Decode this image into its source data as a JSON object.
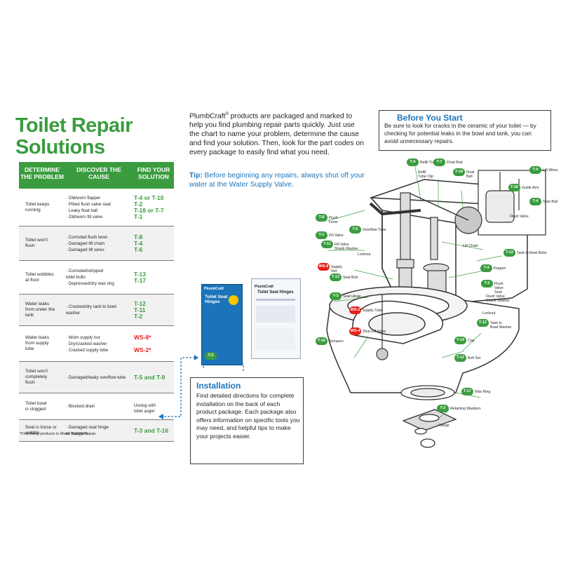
{
  "title": {
    "line1": "Toilet Repair",
    "line2": "Solutions"
  },
  "table": {
    "headers": {
      "problem": "DETERMINE\nTHE PROBLEM",
      "cause": "DISCOVER THE\nCAUSE",
      "solution": "FIND YOUR\nSOLUTION"
    },
    "rows": [
      {
        "problem": "Toilet keeps\nrunning",
        "causes": [
          "Old/worn flapper",
          "Pitted flush valve seat",
          "Leaky float ball",
          "Old/worn fill valve"
        ],
        "solutions": [
          "T-4 or T-10",
          "T-2",
          "T-18 or T-7",
          "T-1"
        ]
      },
      {
        "problem": "Toilet won't\nflush",
        "causes": [
          "Corroded flush lever",
          "Damaged lift chain",
          "Damaged lift wires"
        ],
        "solutions": [
          "T-8",
          "T-4",
          "T-6"
        ]
      },
      {
        "problem": "Toilet wobbles\nat floor",
        "causes": [
          "Corroded/stripped\ntoilet bolts",
          "Depressed/dry wax ring"
        ],
        "solutions": [
          "T-13",
          "T-17"
        ]
      },
      {
        "problem": "Water leaks\nfrom under the\ntank",
        "causes": [
          "Cracked/dry tank to bowl\nwasher"
        ],
        "solutions": [
          "T-12",
          "T-11",
          "T-2"
        ]
      },
      {
        "problem": "Water leaks\nfrom supply\ntube",
        "causes": [
          "Worn supply nut",
          "Dry/cracked washer",
          "Cracked supply tube"
        ],
        "solutions": [
          "WS-8*",
          "",
          "WS-2*"
        ]
      },
      {
        "problem": "Toilet won't\ncompletely\nflush",
        "causes": [
          "Damaged/leaky overflow tube"
        ],
        "solutions": [
          "T-5 and T-9"
        ]
      },
      {
        "problem": "Toilet bowl\nis clogged",
        "causes": [
          "Blocked drain"
        ],
        "solutions": [
          "Unclog with\ntoilet auger"
        ]
      },
      {
        "problem": "Seat is loose or\nwobbly",
        "causes": [
          "Damaged seat hinge\nor bumpers"
        ],
        "solutions": [
          "T-3 and T-16"
        ]
      }
    ],
    "footnote": "*Find these products in Water Supply Repair."
  },
  "intro": {
    "brand": "PlumbCraft",
    "mark": "®",
    "text": " products are packaged and marked to help you find plumbing repair parts quickly. Just use the chart to name your problem, determine the cause and find your solution. Then, look for the part codes on every package to easily find what you need."
  },
  "tip": {
    "label": "Tip:",
    "text": " Before beginning any repairs, always shut off your water at the Water Supply Valve."
  },
  "before_you_start": {
    "title": "Before You Start",
    "text": "Be sure to look for cracks in the ceramic of your toilet — by checking for potential leaks in the bowl and tank, you can avoid unnecessary repairs."
  },
  "installation": {
    "title": "Installation",
    "text": "Find detailed directions for complete installation on the back of each product package. Each package also offers information on specific tools you may need, and helpful tips to make your projects easier."
  },
  "package": {
    "brand": "PlumbCraft",
    "front_title": "Toilet Seat Hinges",
    "back_title": "Toilet Seat Hinges",
    "code": "T-3"
  },
  "diagram": {
    "parts": [
      {
        "code": "T-4",
        "label": "Refill Tube"
      },
      {
        "code": "",
        "label": "Refill\nTube Clip"
      },
      {
        "code": "T-7",
        "label": "Float Rod"
      },
      {
        "code": "T-18",
        "label": "Float\nBall"
      },
      {
        "code": "T-4",
        "label": "Lift Wires"
      },
      {
        "code": "T-16",
        "label": "Guide Arm"
      },
      {
        "code": "T-4",
        "label": "Tank Ball"
      },
      {
        "code": "",
        "label": "Flush Valve"
      },
      {
        "code": "T-8",
        "label": "Flush\nLever"
      },
      {
        "code": "T-1",
        "label": "Fill Valve"
      },
      {
        "code": "T-5",
        "label": "Overflow Tube"
      },
      {
        "code": "",
        "label": "Lift Chain"
      },
      {
        "code": "T-11",
        "label": "Fill Valve\nShank Washer"
      },
      {
        "code": "",
        "label": "Locknut"
      },
      {
        "code": "T-12",
        "label": "Tank to Bowl Bolts"
      },
      {
        "code": "WS-8",
        "label": "Supply\nNut"
      },
      {
        "code": "T-13",
        "label": "Seat Bolt"
      },
      {
        "code": "T-4",
        "label": "Flapper"
      },
      {
        "code": "T-2",
        "label": "Flush\nValve\nSeat"
      },
      {
        "code": "T-3",
        "label": "Seat Hinge"
      },
      {
        "code": "",
        "label": "Flush Valve\nShank Washer"
      },
      {
        "code": "",
        "label": "Locknut"
      },
      {
        "code": "WS-2",
        "label": "Supply Tube"
      },
      {
        "code": "T-12",
        "label": "Tank to\nBowl Washer"
      },
      {
        "code": "WS-4",
        "label": "Shut-Off Valve"
      },
      {
        "code": "T-16",
        "label": "Bumpers"
      },
      {
        "code": "T-14",
        "label": "Cap"
      },
      {
        "code": "T-13",
        "label": "Bolt Set"
      },
      {
        "code": "T-17",
        "label": "Wax Ring"
      },
      {
        "code": "T-2",
        "label": "Retaining Washers"
      },
      {
        "code": "",
        "label": "Flange"
      }
    ]
  },
  "colors": {
    "green": "#3a9c3f",
    "blue": "#1c75bc",
    "red": "#e2231a"
  }
}
